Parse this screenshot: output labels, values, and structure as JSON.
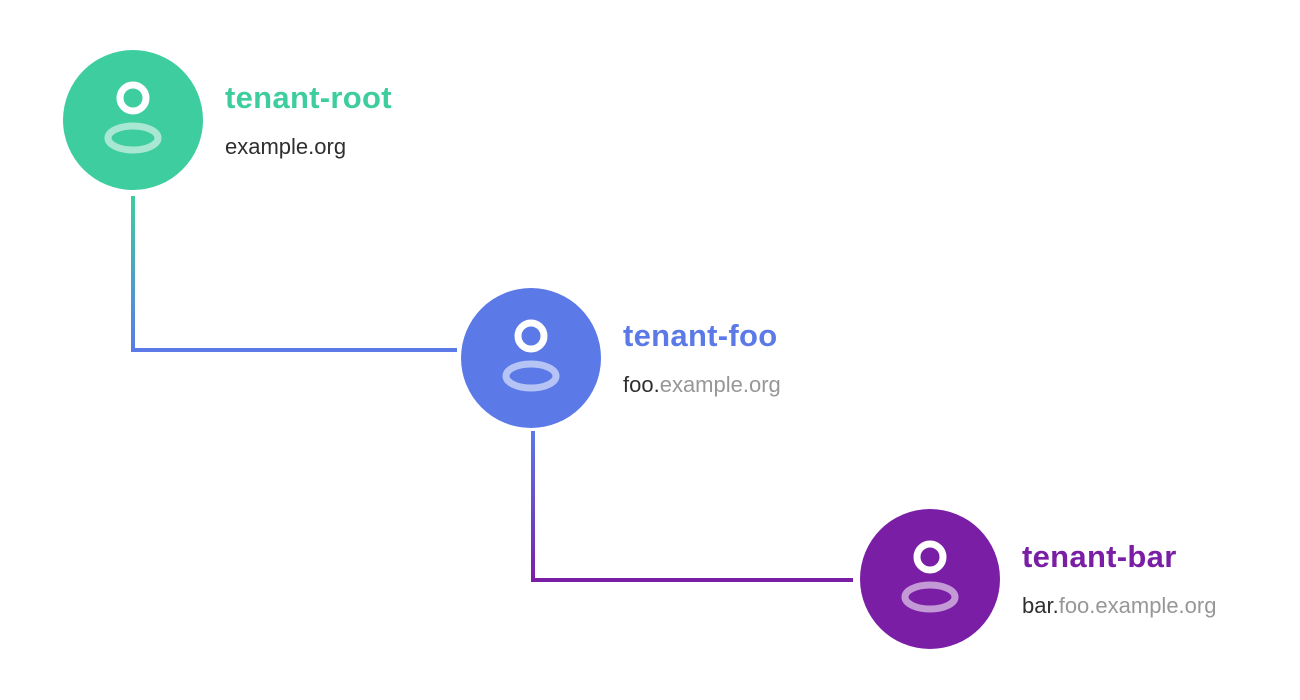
{
  "colors": {
    "background": "#FFFFFF",
    "domain_own_text": "#2F2F2F",
    "domain_inherited_text": "#979797",
    "avatar_icon_stroke": "#FFFFFF"
  },
  "nodes": [
    {
      "name": "tenant-root",
      "domain_own": "example.org",
      "domain_inherited": "",
      "color": "#3ECD9E"
    },
    {
      "name": "tenant-foo",
      "domain_own": "foo.",
      "domain_inherited": "example.org",
      "color": "#5B7AE8"
    },
    {
      "name": "tenant-bar",
      "domain_own": "bar.",
      "domain_inherited": "foo.example.org",
      "color": "#7A1FA5"
    }
  ],
  "connectors": [
    {
      "from": "tenant-root",
      "to": "tenant-foo",
      "color_start": "#3ECD9E",
      "color_end": "#5B7AE8"
    },
    {
      "from": "tenant-foo",
      "to": "tenant-bar",
      "color_start": "#5B7AE8",
      "color_end": "#7A1FA5"
    }
  ],
  "icons": {
    "avatar": "user-icon"
  }
}
